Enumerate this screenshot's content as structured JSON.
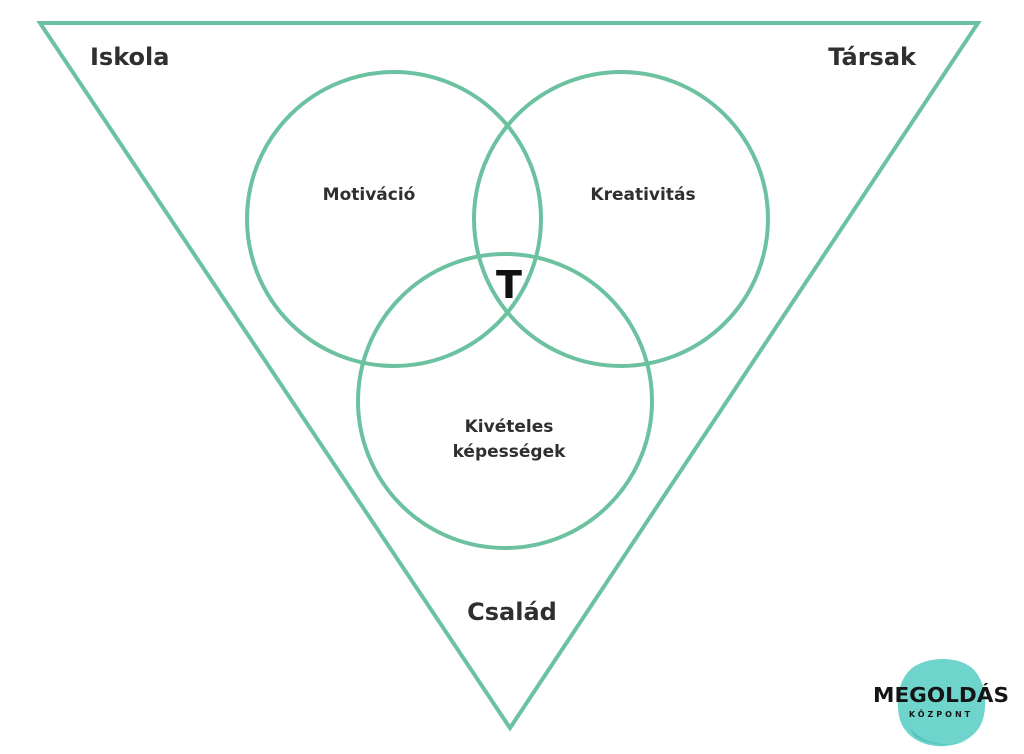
{
  "colors": {
    "line": "#6cc2a0",
    "text": "#2f2f2f",
    "logo_blob": "#5fcfc5"
  },
  "corners": {
    "top_left": "Iskola",
    "top_right": "Társak",
    "bottom": "Család"
  },
  "circles": {
    "left": "Motiváció",
    "right": "Kreativitás",
    "bottom_line1": "Kivételes",
    "bottom_line2": "képességek"
  },
  "center_label": "T",
  "logo": {
    "name": "MEGOLDÁS",
    "sub": "KÖZPONT"
  }
}
